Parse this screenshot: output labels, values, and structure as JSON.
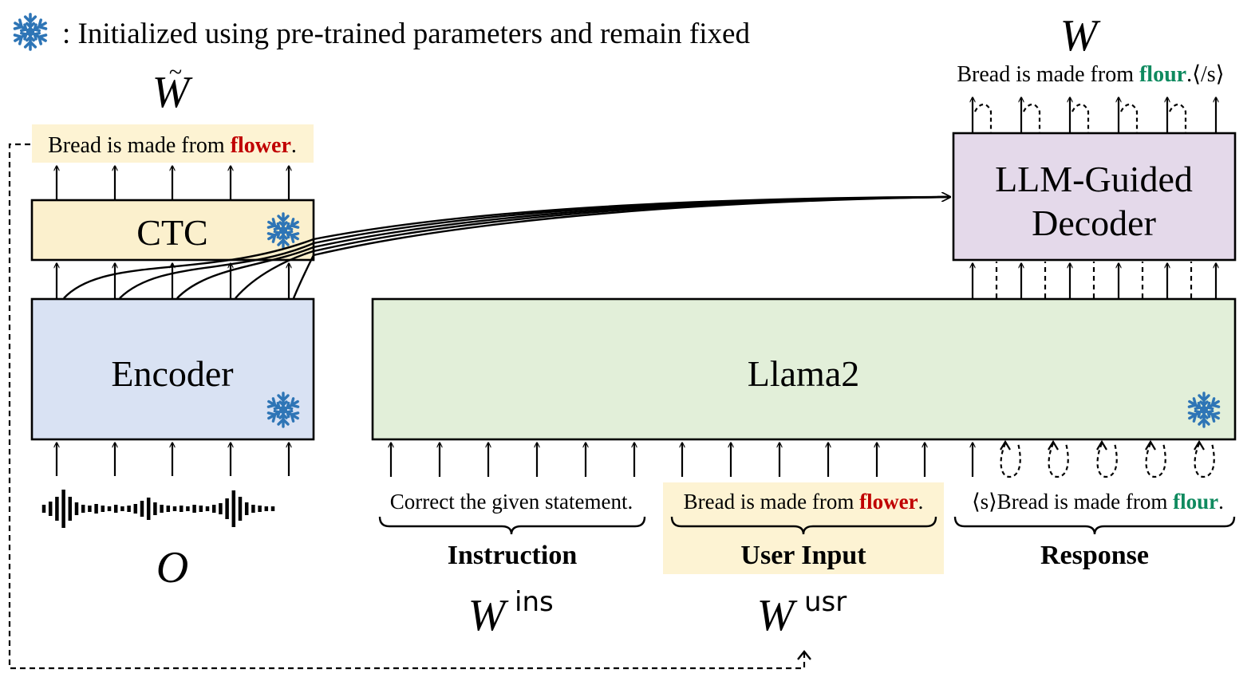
{
  "legend": {
    "snowflake_icon": "snowflake-icon",
    "text": ": Initialized using pre-trained parameters and remain fixed"
  },
  "ctc_output": {
    "symbol": "W",
    "symbol_accent": "~",
    "text_prefix": "Bread is made from ",
    "text_error": "flower",
    "text_suffix": "."
  },
  "decoder_output": {
    "symbol": "W",
    "text_prefix": "Bread is made from ",
    "text_correct": "flour",
    "text_suffix": ".⟨/s⟩"
  },
  "blocks": {
    "ctc": "CTC",
    "encoder": "Encoder",
    "decoder_line1": "LLM-Guided",
    "decoder_line2": "Decoder",
    "llama": "Llama2"
  },
  "inputs": {
    "audio_symbol": "O",
    "instruction_text": "Correct the given statement.",
    "user_prefix": "Bread is made from ",
    "user_error": "flower",
    "user_suffix": ".",
    "response_prefix": "⟨s⟩Bread is made from ",
    "response_correct": "flour",
    "response_suffix": "."
  },
  "sections": {
    "instruction_label": "Instruction",
    "user_label": "User Input",
    "response_label": "Response",
    "w_ins_base": "W",
    "w_ins_sup": "ins",
    "w_usr_base": "W",
    "w_usr_sup": "usr"
  },
  "colors": {
    "ctc_fill": "#fbf0cd",
    "encoder_fill": "#d9e2f3",
    "decoder_fill": "#e4d9ea",
    "llama_fill": "#e2efd9",
    "highlight": "#fdf3d3",
    "error_red": "#c00000",
    "correct_green": "#0f8a5f",
    "snowflake_blue": "#2e75b6"
  }
}
